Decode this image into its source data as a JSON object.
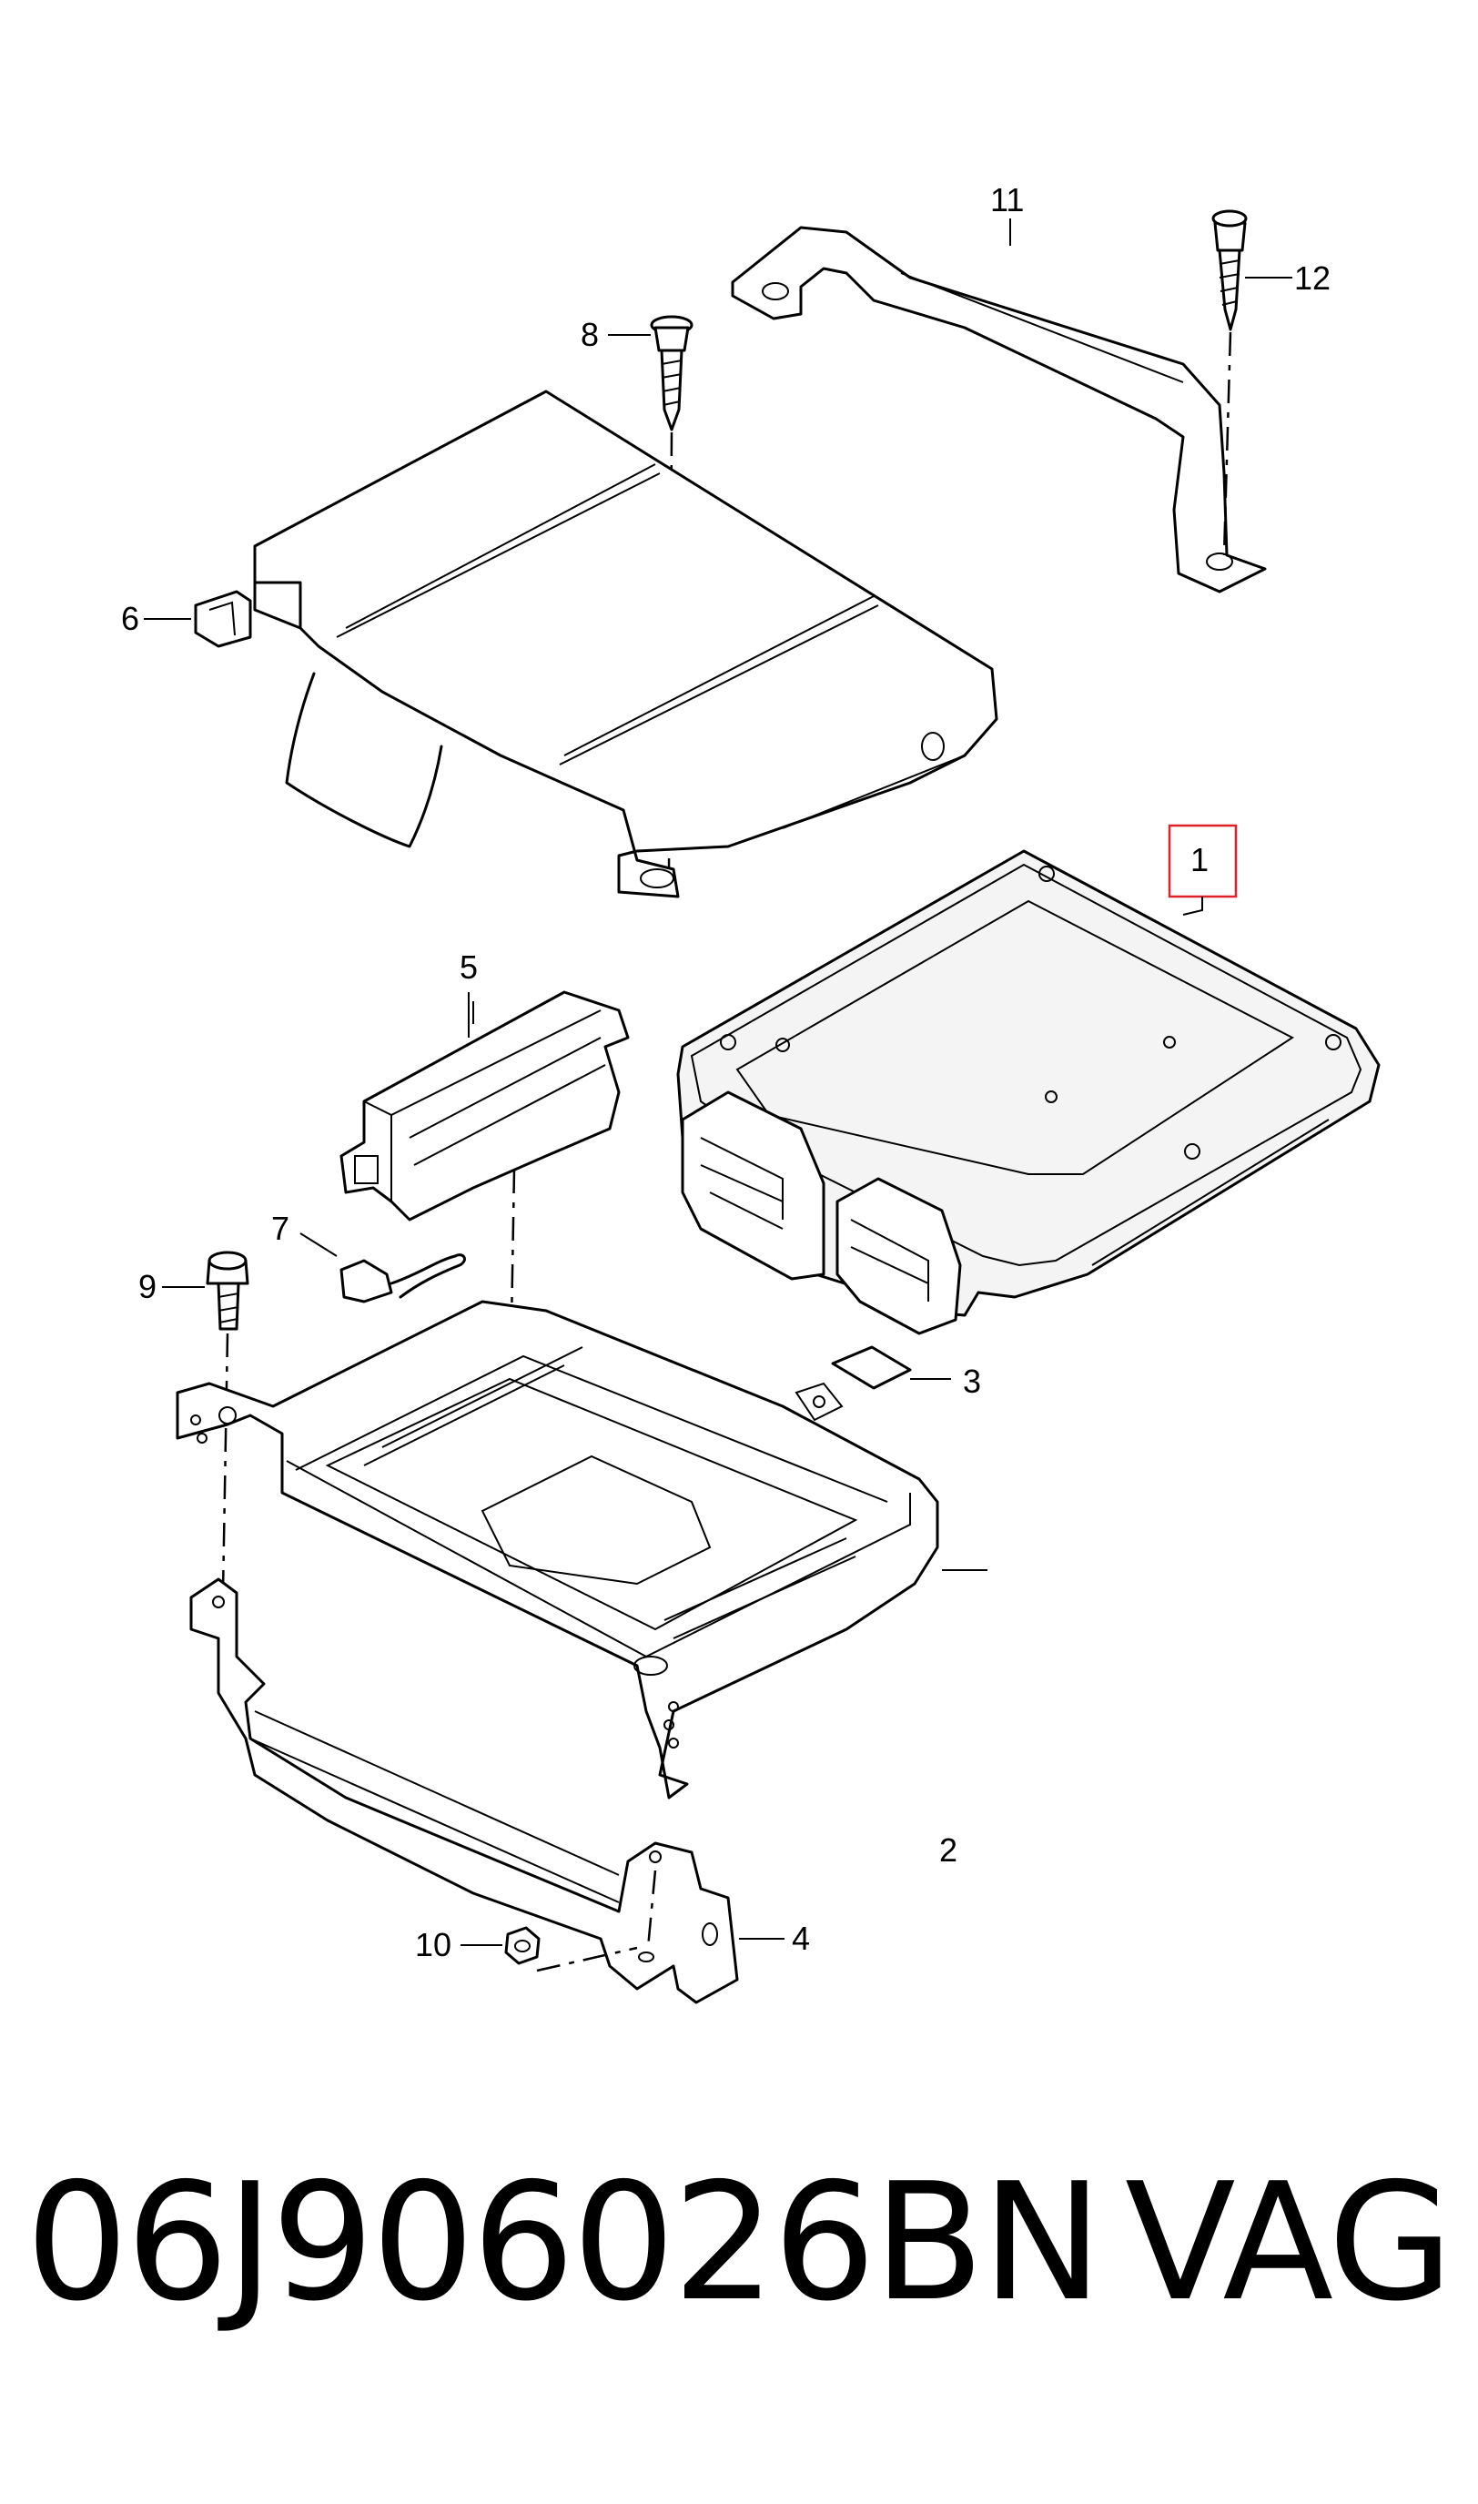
{
  "diagram": {
    "callouts": [
      "1",
      "2",
      "3",
      "4",
      "5",
      "6",
      "7",
      "8",
      "9",
      "10",
      "11",
      "12"
    ],
    "highlighted_callout": "1",
    "highlight_color": "#e0202a"
  },
  "footer": {
    "part_number": "06J906026BN",
    "brand": "VAG"
  }
}
